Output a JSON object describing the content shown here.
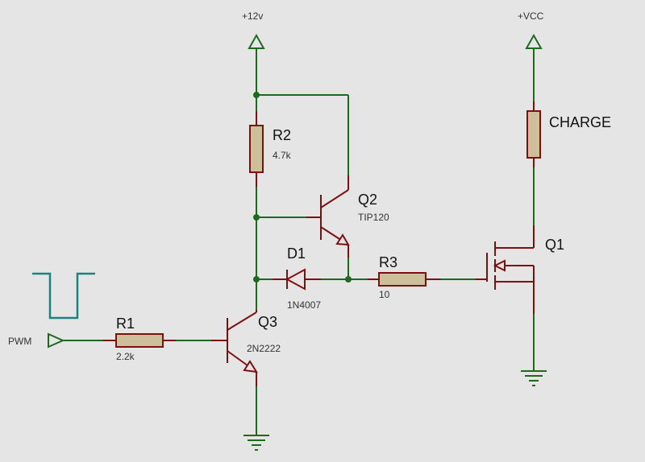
{
  "rails": {
    "v12": "+12v",
    "vcc": "+VCC"
  },
  "input": {
    "pwm_label": "PWM"
  },
  "components": {
    "r1": {
      "ref": "R1",
      "value": "2.2k"
    },
    "r2": {
      "ref": "R2",
      "value": "4.7k"
    },
    "r3": {
      "ref": "R3",
      "value": "10"
    },
    "q1": {
      "ref": "Q1"
    },
    "q2": {
      "ref": "Q2",
      "value": "TIP120"
    },
    "q3": {
      "ref": "Q3",
      "value": "2N2222"
    },
    "d1": {
      "ref": "D1",
      "value": "1N4007"
    },
    "load": {
      "label": "CHARGE"
    }
  },
  "colors": {
    "wire": "#1c6b1c",
    "component": "#7e0f0f",
    "resistor_fill": "#cdbf9a",
    "pwm_wave": "#1f8080",
    "background": "#e5e5e5"
  }
}
